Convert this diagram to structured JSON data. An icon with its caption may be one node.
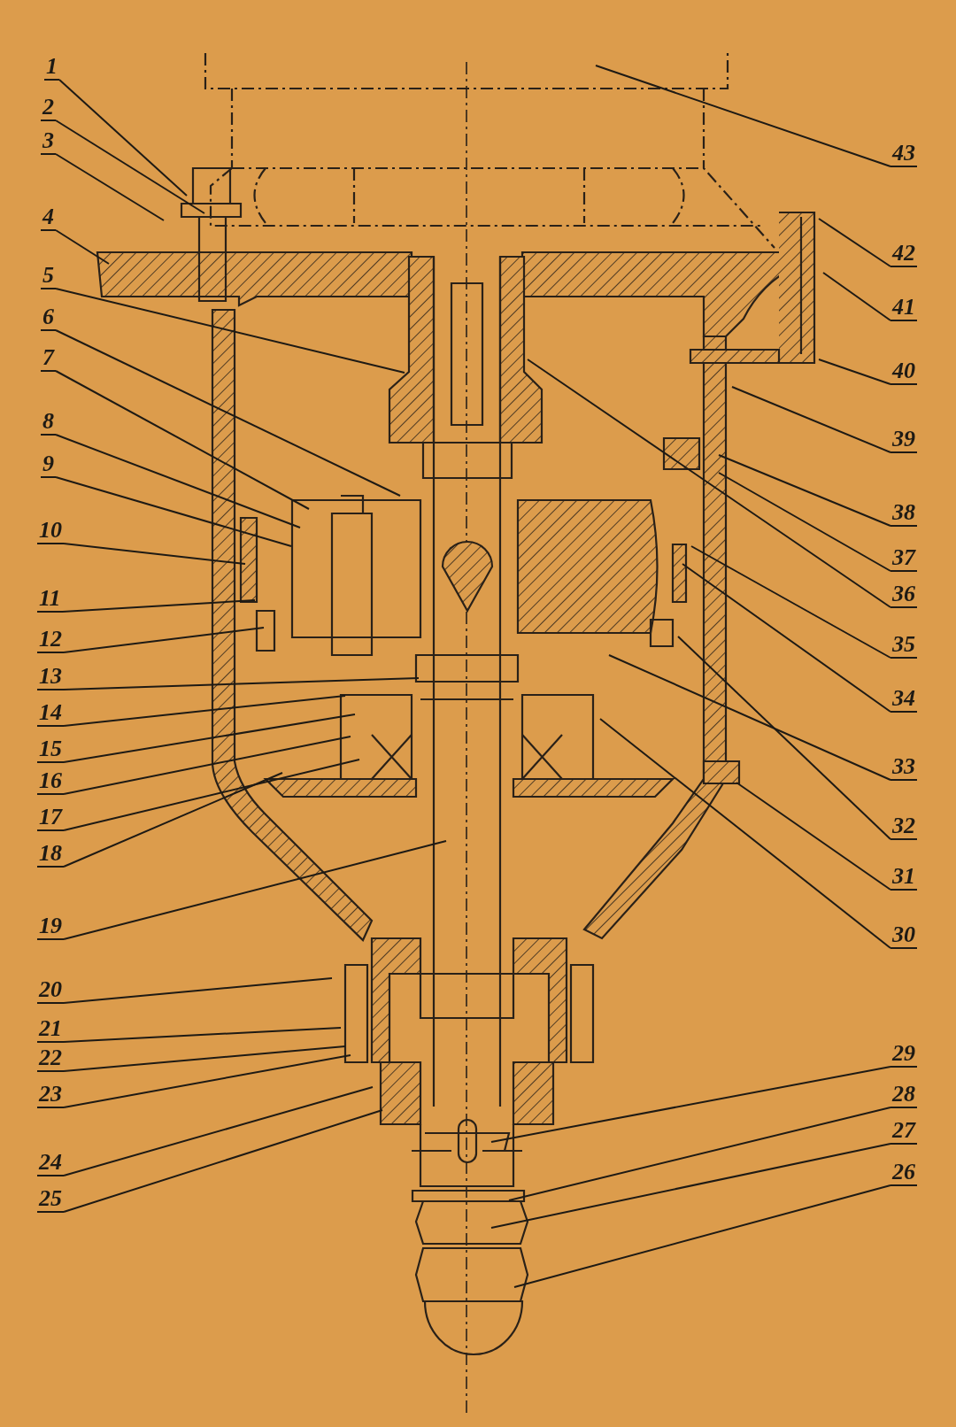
{
  "diagram": {
    "nodes": [
      {
        "text": [
          "1"
        ]
      },
      {
        "text": [
          "2"
        ]
      },
      {
        "text": [
          "3"
        ]
      },
      {
        "text": [
          "4"
        ]
      },
      {
        "text": [
          "5"
        ]
      },
      {
        "text": [
          "6"
        ]
      },
      {
        "text": [
          "7"
        ]
      },
      {
        "text": [
          "8"
        ]
      },
      {
        "text": [
          "9"
        ]
      },
      {
        "text": [
          "10"
        ]
      },
      {
        "text": [
          "11"
        ]
      },
      {
        "text": [
          "12"
        ]
      },
      {
        "text": [
          "13"
        ]
      },
      {
        "text": [
          "14"
        ]
      },
      {
        "text": [
          "15"
        ]
      },
      {
        "text": [
          "16"
        ]
      },
      {
        "text": [
          "17"
        ]
      },
      {
        "text": [
          "18"
        ]
      },
      {
        "text": [
          "19"
        ]
      },
      {
        "text": [
          "20"
        ]
      },
      {
        "text": [
          "21"
        ]
      },
      {
        "text": [
          "22"
        ]
      },
      {
        "text": [
          "23"
        ]
      },
      {
        "text": [
          "24"
        ]
      },
      {
        "text": [
          "25"
        ]
      },
      {
        "text": [
          "43"
        ]
      },
      {
        "text": [
          "42"
        ]
      },
      {
        "text": [
          "41"
        ]
      },
      {
        "text": [
          "40"
        ]
      },
      {
        "text": [
          "39"
        ]
      },
      {
        "text": [
          "38"
        ]
      },
      {
        "text": [
          "37"
        ]
      },
      {
        "text": [
          "36"
        ]
      },
      {
        "text": [
          "35"
        ]
      },
      {
        "text": [
          "34"
        ]
      },
      {
        "text": [
          "33"
        ]
      },
      {
        "text": [
          "32"
        ]
      },
      {
        "text": [
          "31"
        ]
      },
      {
        "text": [
          "30"
        ]
      },
      {
        "text": [
          "29"
        ]
      },
      {
        "text": [
          "28"
        ]
      },
      {
        "text": [
          "27"
        ]
      },
      {
        "text": [
          "26"
        ]
      }
    ],
    "edges": [
      {
        "from": 0,
        "to": null,
        "arrow": "none"
      },
      {
        "from": 1,
        "to": null,
        "arrow": "none"
      },
      {
        "from": 2,
        "to": null,
        "arrow": "none"
      },
      {
        "from": 3,
        "to": null,
        "arrow": "none"
      },
      {
        "from": 4,
        "to": null,
        "arrow": "none"
      },
      {
        "from": 5,
        "to": null,
        "arrow": "none"
      },
      {
        "from": 6,
        "to": null,
        "arrow": "none"
      },
      {
        "from": 7,
        "to": null,
        "arrow": "none"
      },
      {
        "from": 8,
        "to": null,
        "arrow": "none"
      },
      {
        "from": 9,
        "to": null,
        "arrow": "none"
      },
      {
        "from": 10,
        "to": null,
        "arrow": "none"
      },
      {
        "from": 11,
        "to": null,
        "arrow": "none"
      },
      {
        "from": 12,
        "to": null,
        "arrow": "none"
      },
      {
        "from": 13,
        "to": null,
        "arrow": "none"
      },
      {
        "from": 14,
        "to": null,
        "arrow": "none"
      },
      {
        "from": 15,
        "to": null,
        "arrow": "none"
      },
      {
        "from": 16,
        "to": null,
        "arrow": "none"
      },
      {
        "from": 17,
        "to": null,
        "arrow": "none"
      },
      {
        "from": 18,
        "to": null,
        "arrow": "none"
      },
      {
        "from": 19,
        "to": null,
        "arrow": "none"
      },
      {
        "from": 20,
        "to": null,
        "arrow": "none"
      },
      {
        "from": 21,
        "to": null,
        "arrow": "none"
      },
      {
        "from": 22,
        "to": null,
        "arrow": "none"
      },
      {
        "from": 23,
        "to": null,
        "arrow": "none"
      },
      {
        "from": 24,
        "to": null,
        "arrow": "none"
      },
      {
        "from": 25,
        "to": null,
        "arrow": "none"
      },
      {
        "from": 26,
        "to": null,
        "arrow": "none"
      },
      {
        "from": 27,
        "to": null,
        "arrow": "none"
      },
      {
        "from": 28,
        "to": null,
        "arrow": "none"
      },
      {
        "from": 29,
        "to": null,
        "arrow": "none"
      },
      {
        "from": 30,
        "to": null,
        "arrow": "none"
      },
      {
        "from": 31,
        "to": null,
        "arrow": "none"
      },
      {
        "from": 32,
        "to": null,
        "arrow": "none"
      },
      {
        "from": 33,
        "to": null,
        "arrow": "none"
      },
      {
        "from": 34,
        "to": null,
        "arrow": "none"
      },
      {
        "from": 35,
        "to": null,
        "arrow": "none"
      },
      {
        "from": 36,
        "to": null,
        "arrow": "none"
      },
      {
        "from": 37,
        "to": null,
        "arrow": "none"
      },
      {
        "from": 38,
        "to": null,
        "arrow": "none"
      },
      {
        "from": 39,
        "to": null,
        "arrow": "none"
      },
      {
        "from": 40,
        "to": null,
        "arrow": "none"
      },
      {
        "from": 41,
        "to": null,
        "arrow": "none"
      },
      {
        "from": 42,
        "to": null,
        "arrow": "none"
      }
    ]
  }
}
